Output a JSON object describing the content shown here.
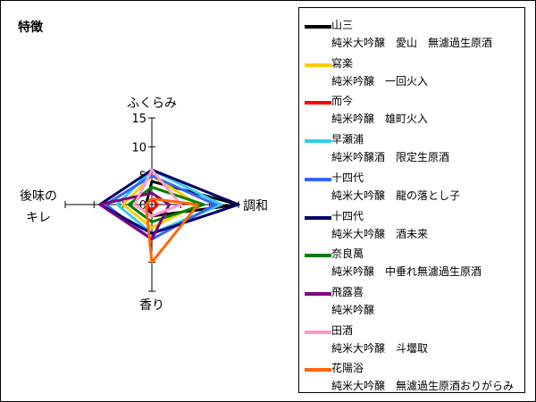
{
  "title": "特徴",
  "chart_data": {
    "type": "radar",
    "title": "特徴",
    "axes": [
      "ふくらみ",
      "調和",
      "香り",
      "後味のキレ"
    ],
    "axis_label_lines": [
      [
        "ふくらみ"
      ],
      [
        "調和"
      ],
      [
        "香り"
      ],
      [
        "後味の",
        "キレ"
      ]
    ],
    "range": [
      0,
      15
    ],
    "ticks": [
      "0",
      "5",
      "10",
      "15"
    ],
    "tick_values": [
      0,
      5,
      10,
      15
    ],
    "legend_position": "right",
    "series": [
      {
        "name": "山三",
        "description": "純米大吟醸　愛山　無濾過生原酒",
        "color": "#000000",
        "values": [
          4,
          15,
          2,
          1
        ]
      },
      {
        "name": "寫楽",
        "description": "純米吟醸　一回火入",
        "color": "#FFCC00",
        "values": [
          5,
          8,
          4,
          5
        ]
      },
      {
        "name": "而今",
        "description": "純米吟醸　雄町火入",
        "color": "#FF0000",
        "values": [
          1,
          1,
          1,
          1
        ]
      },
      {
        "name": "早瀬浦",
        "description": "純米吟醸酒　限定生原酒",
        "color": "#33CCEE",
        "values": [
          6,
          12,
          5,
          6
        ]
      },
      {
        "name": "十四代",
        "description": "純米大吟醸　龍の落とし子",
        "color": "#3366FF",
        "values": [
          5,
          11,
          6,
          8
        ]
      },
      {
        "name": "十四代",
        "description": "純米大吟醸　酒未来",
        "color": "#000066",
        "values": [
          6,
          15,
          5,
          9
        ]
      },
      {
        "name": "奈良萬",
        "description": "純米吟醸　中垂れ無濾過生原酒",
        "color": "#008000",
        "values": [
          3,
          9,
          3,
          4
        ]
      },
      {
        "name": "飛露喜",
        "description": "純米吟醸",
        "color": "#800080",
        "values": [
          2,
          3,
          6,
          9
        ]
      },
      {
        "name": "田酒",
        "description": "純米大吟醸　斗壜取",
        "color": "#FF99CC",
        "values": [
          6,
          5,
          2,
          3
        ]
      },
      {
        "name": "花陽浴",
        "description": "純米大吟醸　無濾過生原酒おりがらみ",
        "color": "#FF6600",
        "values": [
          1,
          8,
          10,
          1
        ]
      }
    ]
  }
}
